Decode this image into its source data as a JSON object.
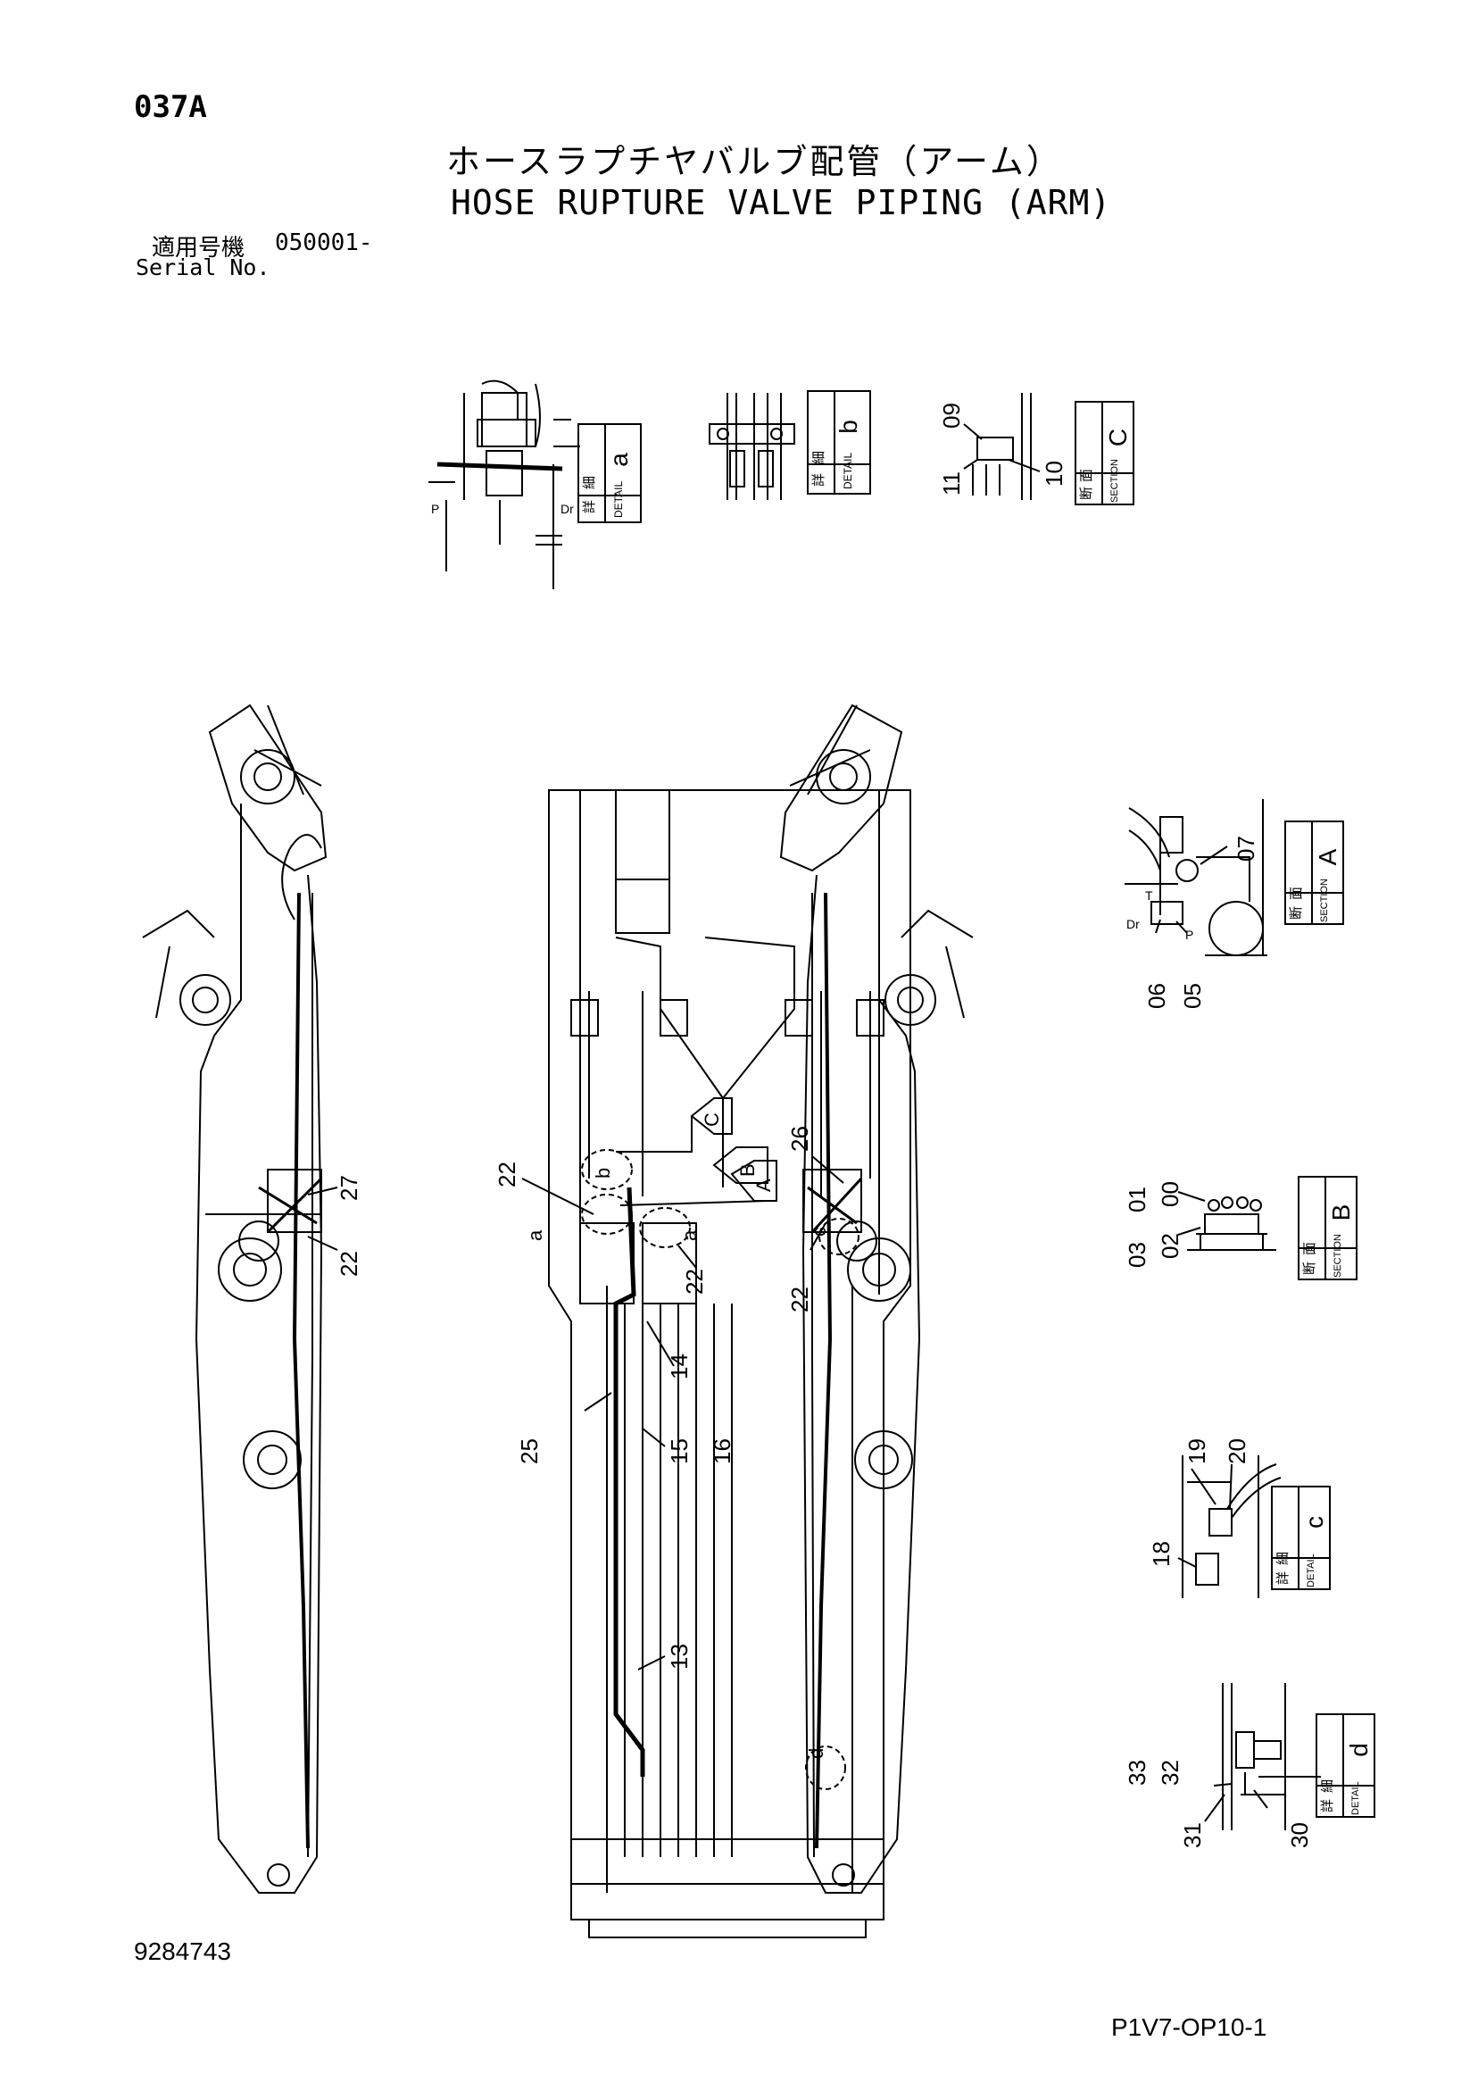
{
  "header": {
    "page_code": "037A",
    "title_jp": "ホースラプチヤバルブ配管（アーム）",
    "title_en": "HOSE RUPTURE VALVE PIPING (ARM)",
    "serial_jp": "適用号機",
    "serial_value": "050001-",
    "serial_en": "Serial No."
  },
  "details": {
    "a": {
      "letter": "a",
      "jp1": "詳",
      "jp2": "細",
      "en": "DETAIL",
      "port_p": "P",
      "port_dr": "Dr"
    },
    "b": {
      "letter": "b",
      "jp1": "詳",
      "jp2": "細",
      "en": "DETAIL"
    },
    "C": {
      "letter": "C",
      "jp1": "断",
      "jp2": "面",
      "en": "SECTION",
      "parts": [
        "09",
        "11",
        "10"
      ]
    },
    "A": {
      "letter": "A",
      "jp1": "断",
      "jp2": "面",
      "en": "SECTION",
      "parts": [
        "07",
        "06",
        "05"
      ],
      "port_t": "T",
      "port_dr": "Dr",
      "port_p": "P"
    },
    "B": {
      "letter": "B",
      "jp1": "断",
      "jp2": "面",
      "en": "SECTION",
      "parts": [
        "03",
        "01",
        "00",
        "02"
      ]
    },
    "c": {
      "letter": "c",
      "jp1": "詳",
      "jp2": "細",
      "en": "DETAIL",
      "parts": [
        "19",
        "20",
        "18"
      ]
    },
    "d": {
      "letter": "d",
      "jp1": "詳",
      "jp2": "細",
      "en": "DETAIL",
      "parts": [
        "33",
        "32",
        "31",
        "30"
      ]
    }
  },
  "callouts": {
    "left_view": [
      "27",
      "22"
    ],
    "center_view": [
      "22",
      "22",
      "14",
      "25",
      "15",
      "16",
      "13"
    ],
    "center_markers": [
      "a",
      "a",
      "b",
      "C",
      "B",
      "A"
    ],
    "right_view": [
      "26",
      "22"
    ],
    "right_markers": [
      "c",
      "d"
    ]
  },
  "footer": {
    "doc_number": "9284743",
    "ref_code": "P1V7-OP10-1"
  }
}
